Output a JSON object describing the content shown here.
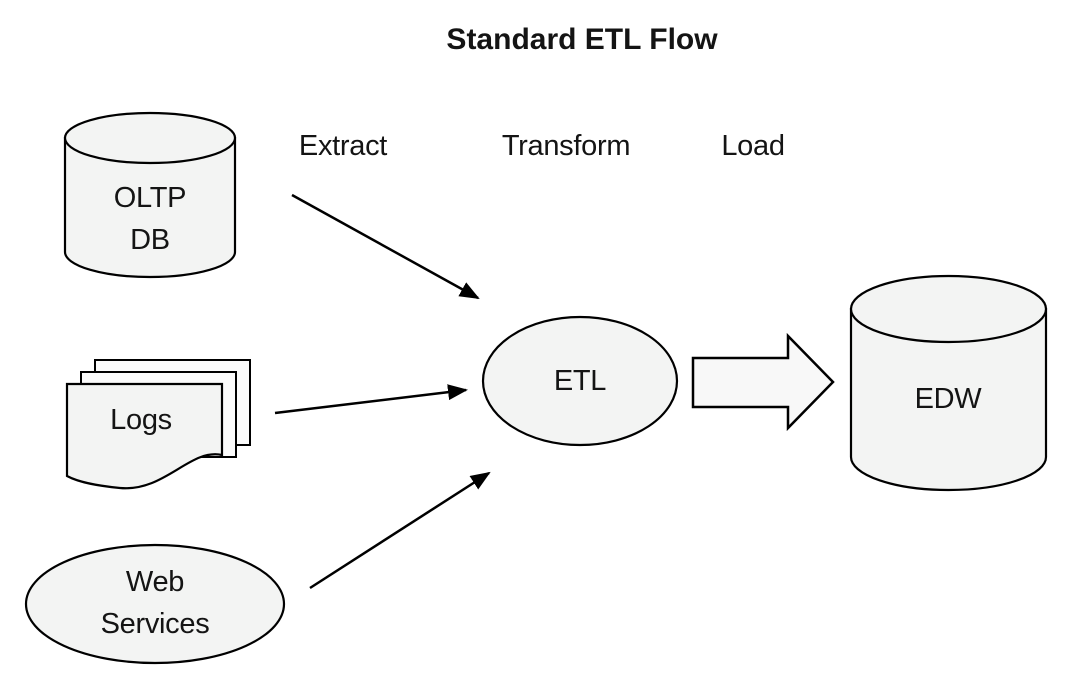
{
  "title": "Standard ETL Flow",
  "flow_labels": [
    {
      "id": "extract",
      "label": "Extract"
    },
    {
      "id": "transform",
      "label": "Transform"
    },
    {
      "id": "load",
      "label": "Load"
    }
  ],
  "nodes": {
    "oltp_db": {
      "label": "OLTP\nDB",
      "shape": "cylinder"
    },
    "logs": {
      "label": "Logs",
      "shape": "document-stack"
    },
    "web_services": {
      "label": "Web\nServices",
      "shape": "ellipse"
    },
    "etl": {
      "label": "ETL",
      "shape": "ellipse"
    },
    "edw": {
      "label": "EDW",
      "shape": "cylinder"
    }
  },
  "edges": [
    {
      "from": "oltp_db",
      "to": "etl",
      "type": "thin-arrow"
    },
    {
      "from": "logs",
      "to": "etl",
      "type": "thin-arrow"
    },
    {
      "from": "web_services",
      "to": "etl",
      "type": "thin-arrow"
    },
    {
      "from": "etl",
      "to": "edw",
      "type": "block-arrow"
    }
  ],
  "colors": {
    "background": "#ffffff",
    "shape_fill": "#f3f4f3",
    "stroke": "#000000",
    "text": "#141414"
  }
}
